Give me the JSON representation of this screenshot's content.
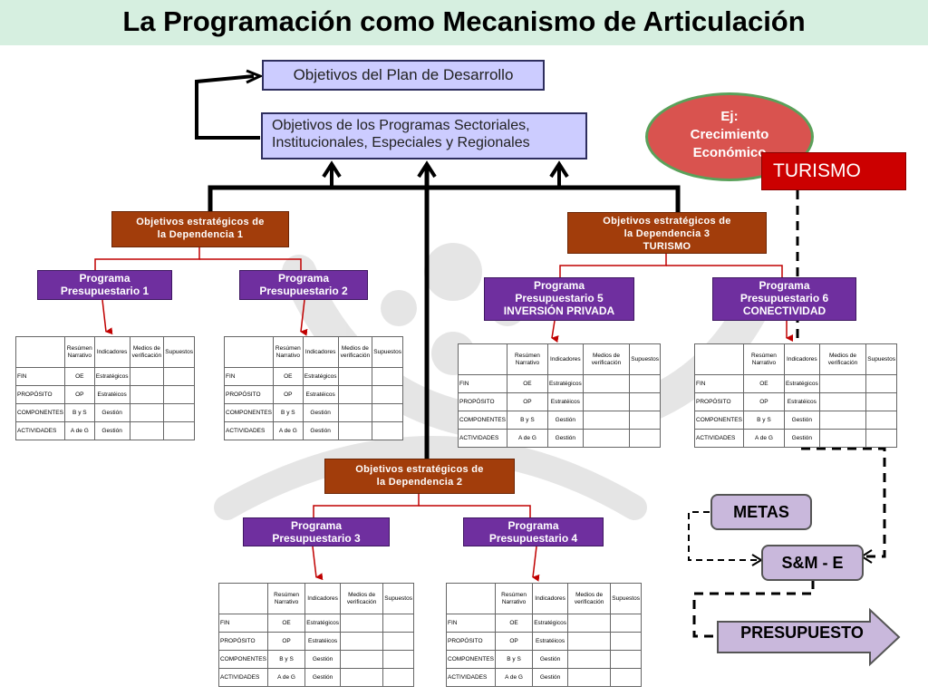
{
  "title": "La Programación como Mecanismo de Articulación",
  "top": {
    "plan": "Objetivos del Plan de Desarrollo",
    "sectorial_line1": "Objetivos de los Programas Sectoriales,",
    "sectorial_line2": "Institucionales,  Especiales y Regionales"
  },
  "ellipse": {
    "line1": "Ej:",
    "line2": "Crecimiento",
    "line3": "Económico"
  },
  "turismo": "TURISMO",
  "dep1": {
    "line1": "Objetivos estratégicos de",
    "line2": "la Dependencia   1"
  },
  "dep2": {
    "line1": "Objetivos estratégicos de",
    "line2": "la Dependencia   2"
  },
  "dep3": {
    "line1": "Objetivos estratégicos de",
    "line2": "la Dependencia   3",
    "line3": "TURISMO"
  },
  "prog1": {
    "line1": "Programa",
    "line2": "Presupuestario 1"
  },
  "prog2": {
    "line1": "Programa",
    "line2": "Presupuestario 2"
  },
  "prog3": {
    "line1": "Programa",
    "line2": "Presupuestario 3"
  },
  "prog4": {
    "line1": "Programa",
    "line2": "Presupuestario 4"
  },
  "prog5": {
    "line1": "Programa",
    "line2": "Presupuestario 5",
    "line3": "INVERSIÓN PRIVADA"
  },
  "prog6": {
    "line1": "Programa",
    "line2": "Presupuestario 6",
    "line3": "CONECTIVIDAD"
  },
  "matrix": {
    "h_resumen": "Resúmen Narrativo",
    "h_indicadores": "Indicadores",
    "h_medios": "Medios de verificación",
    "h_supuestos": "Supuestos",
    "r_fin": "FIN",
    "r_proposito": "PROPÓSITO",
    "r_componentes": "COMPONENTES",
    "r_actividades": "ACTIVIDADES",
    "c_oe": "OE",
    "c_op": "OP",
    "c_bys": "B y S",
    "c_adeg": "A de G",
    "c_estrategicos": "Estratégicos",
    "c_estrateicos": "Estratéicos",
    "c_gestion": "Gestión"
  },
  "metas": "METAS",
  "sme": "S&M - E",
  "presupuesto": "PRESUPUESTO",
  "colors": {
    "title_bg": "#d6efe0",
    "blue_box": "#ccccff",
    "brown_box": "#a23d0b",
    "purple_box": "#6f2f9f",
    "red_ellipse": "#d9534f",
    "turismo_red": "#cc0000",
    "lavender": "#c9b8dc"
  }
}
